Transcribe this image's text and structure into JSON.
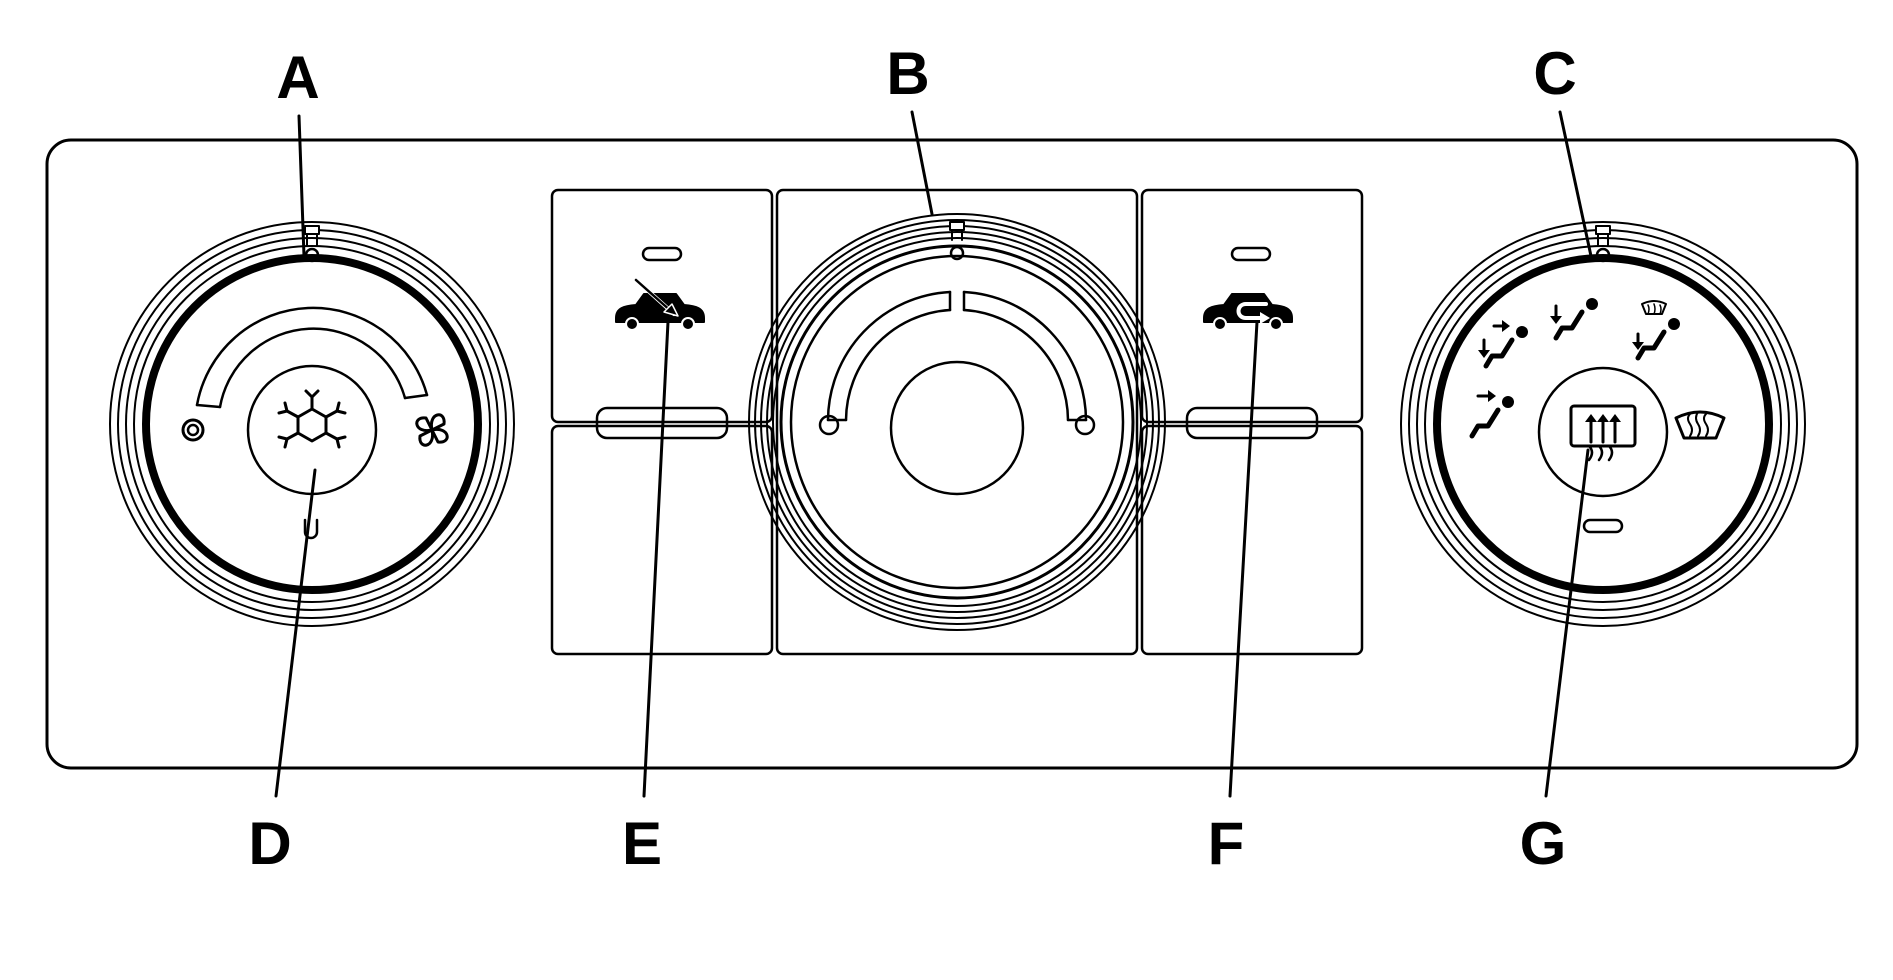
{
  "callouts": {
    "A": "A",
    "B": "B",
    "C": "C",
    "D": "D",
    "E": "E",
    "F": "F",
    "G": "G"
  },
  "icons": {
    "fan_off": "off-circle-icon",
    "fan": "fan-icon",
    "ac": "snowflake-ac-icon",
    "outside_air": "outside-air-icon",
    "recirculation": "recirculation-icon",
    "vent": "vent-mode-icon",
    "bi_level": "bi-level-mode-icon",
    "floor": "floor-mode-icon",
    "defog": "defog-mode-icon",
    "defrost": "windshield-defrost-icon",
    "rear_defog": "rear-window-defog-icon"
  },
  "colors": {
    "line": "#000000",
    "background": "#ffffff"
  }
}
